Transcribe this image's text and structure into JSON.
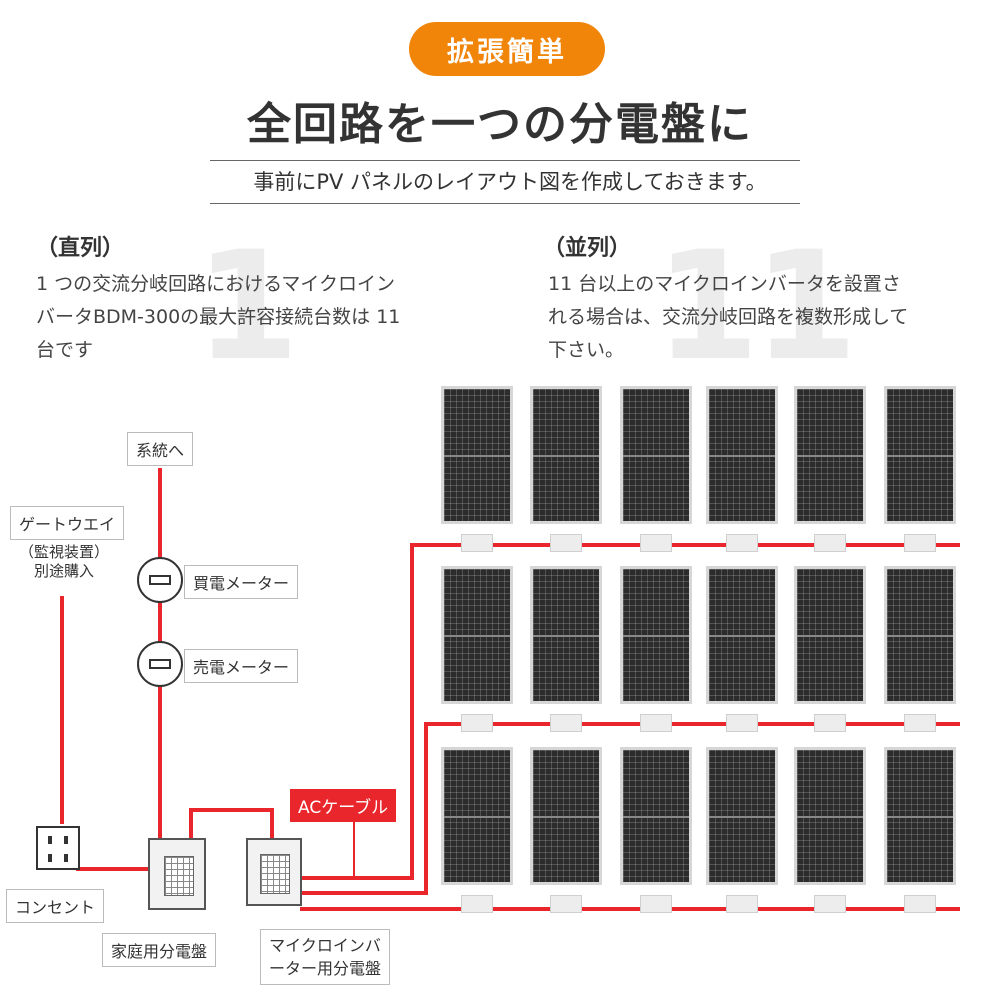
{
  "header": {
    "badge": "拡張簡単",
    "headline": "全回路を一つの分電盤に",
    "subtitle": "事前にPV パネルのレイアウト図を作成しておきます。"
  },
  "left_section": {
    "big_number": "1",
    "heading": "（直列）",
    "lines": [
      "1 つの交流分岐回路におけるマイクロイン",
      "バータBDM-300の最大許容接続台数は 11",
      "台です"
    ]
  },
  "right_section": {
    "big_number": "11",
    "heading": "（並列）",
    "lines": [
      "11 台以上のマイクロインバータを設置さ",
      "れる場合は、交流分岐回路を複数形成して",
      "下さい。"
    ]
  },
  "diagram": {
    "grid_label": "系統へ",
    "gateway_label": "ゲートウエイ",
    "gateway_note": [
      "（監視装置）",
      "別途購入"
    ],
    "buy_meter_label": "買電メーター",
    "sell_meter_label": "売電メーター",
    "ac_cable_label": "ACケーブル",
    "outlet_label": "コンセント",
    "home_panel_label": "家庭用分電盤",
    "micro_panel_label": [
      "マイクロインバ",
      "ーター用分電盤"
    ],
    "panel_rows": 3,
    "panels_per_row": 6,
    "colors": {
      "wire": "#e8262b",
      "badge": "#f0850a",
      "panel": "#2c2c2c"
    }
  }
}
